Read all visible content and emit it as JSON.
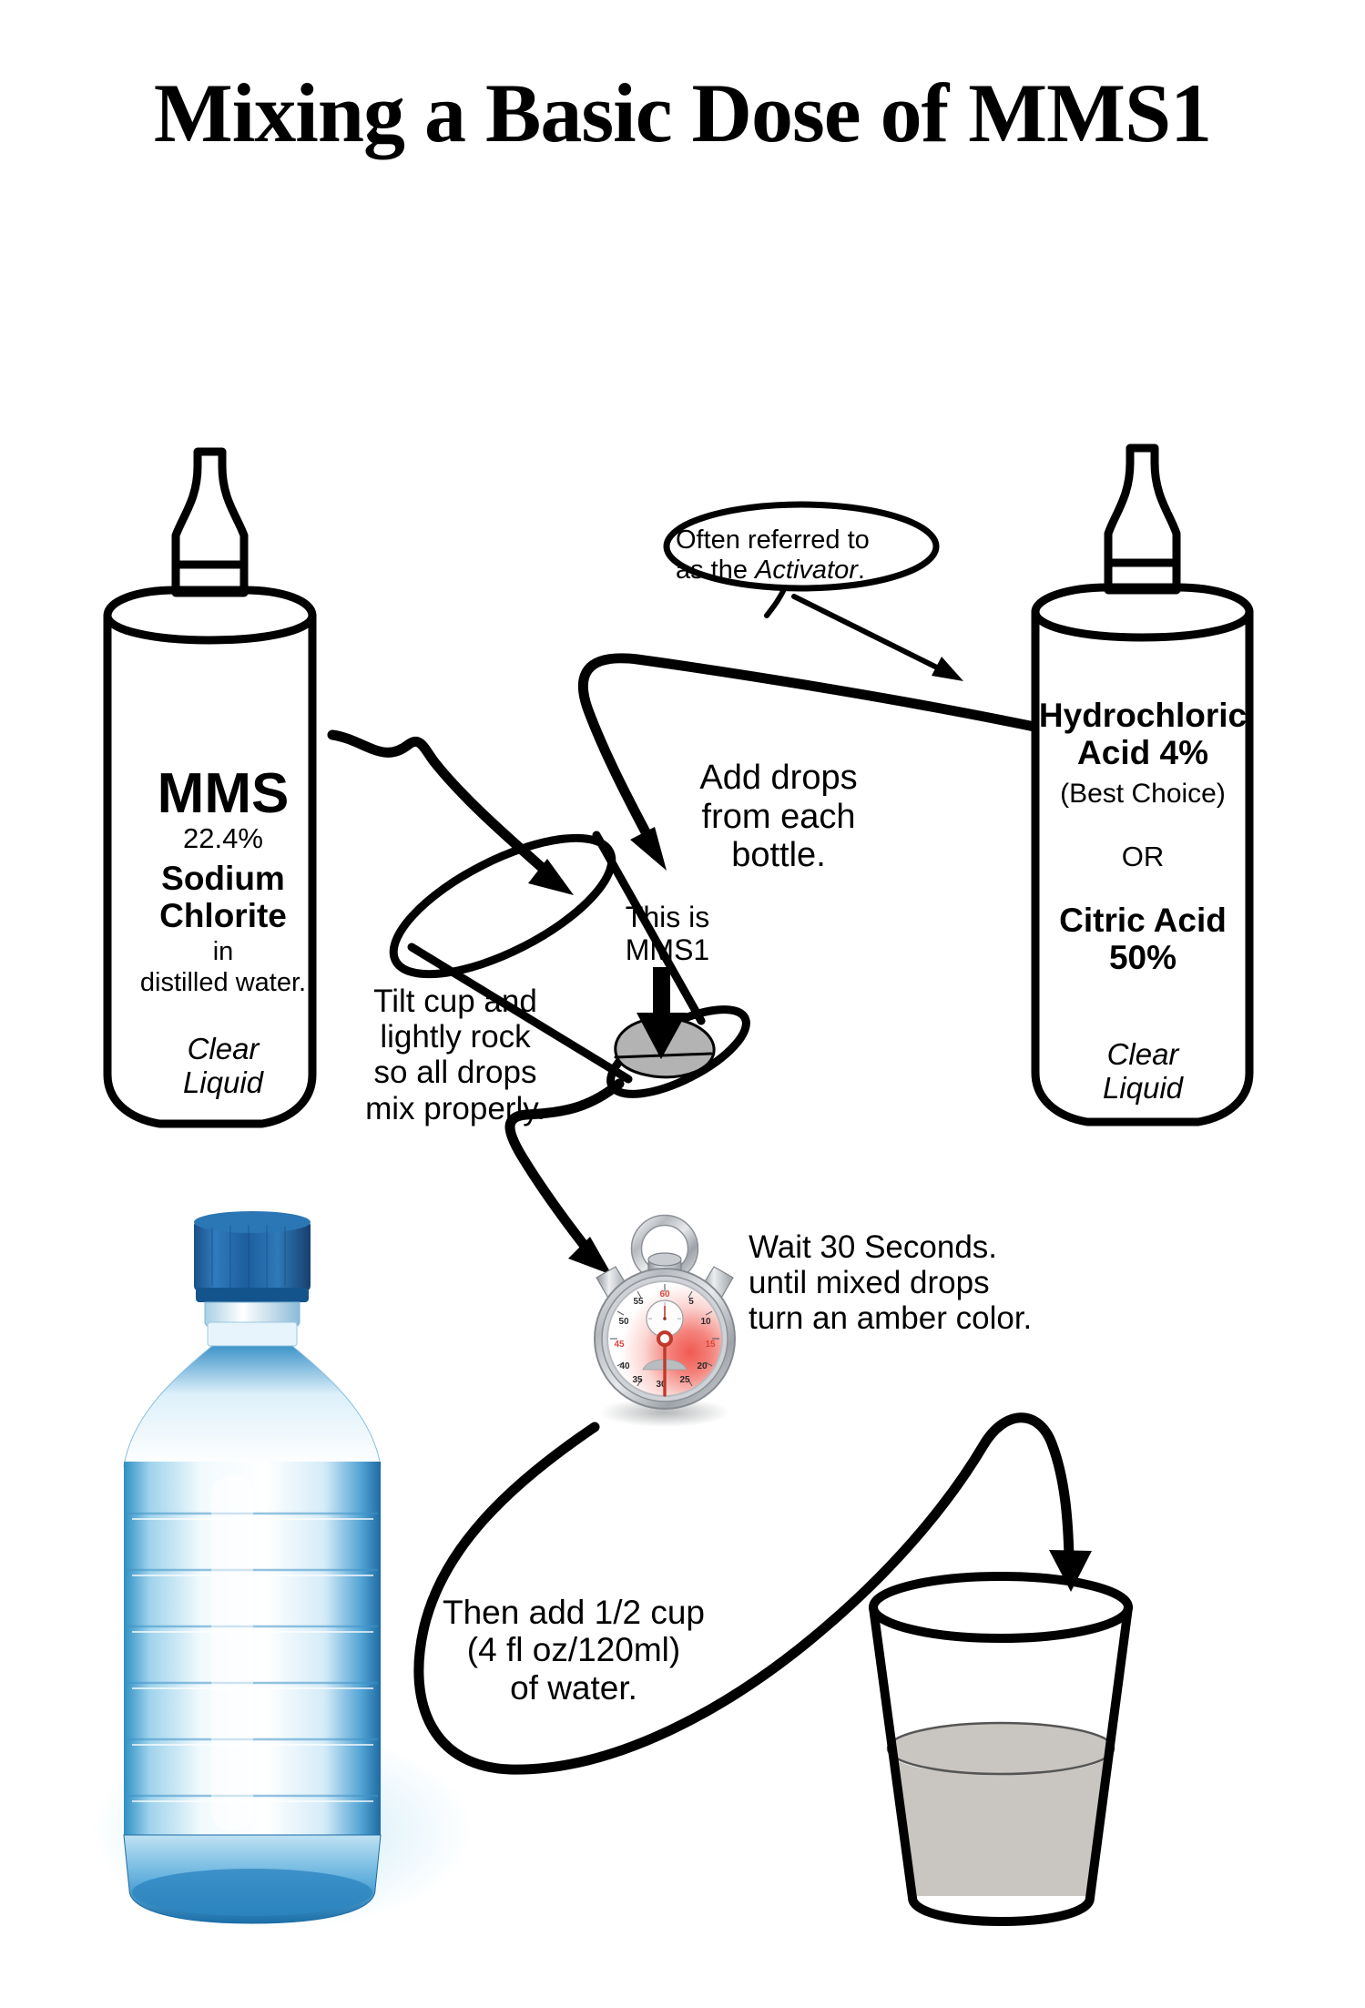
{
  "title": "Mixing a Basic Dose of MMS1",
  "bottles": {
    "left": {
      "brand": "MMS",
      "percent": "22.4%",
      "chemical": "Sodium\nChlorite",
      "in_word": "in",
      "solvent": "distilled water.",
      "appearance": "Clear\nLiquid"
    },
    "right": {
      "chemical": "Hydrochloric\nAcid 4%",
      "note": "(Best Choice)",
      "or": "OR",
      "alternative": "Citric Acid\n50%",
      "appearance": "Clear\nLiquid"
    }
  },
  "callout": {
    "line1": "Often referred to",
    "line2_prefix": "as the ",
    "line2_italic": "Activator",
    "line2_suffix": "."
  },
  "steps": {
    "add_drops": "Add drops\nfrom each\nbottle.",
    "this_is_mms1": "This is\nMMS1",
    "tilt_cup": "Tilt cup and\nlightly rock\nso all drops\nmix properly.",
    "wait": "Wait 30 Seconds.\nuntil mixed drops\nturn an amber color.",
    "add_water": "Then add 1/2 cup\n(4 fl oz/120ml)\nof water."
  },
  "colors": {
    "ink": "#000000",
    "background": "#ffffff",
    "mixed_drops": "#b3b3b3",
    "glass_water": "#c9c5c0",
    "bottle_cap_blue": "#1a5f9e",
    "water_blue": "#8ec4e6",
    "stopwatch_metal": "#b9bcc0",
    "stopwatch_red": "#e8403a"
  }
}
